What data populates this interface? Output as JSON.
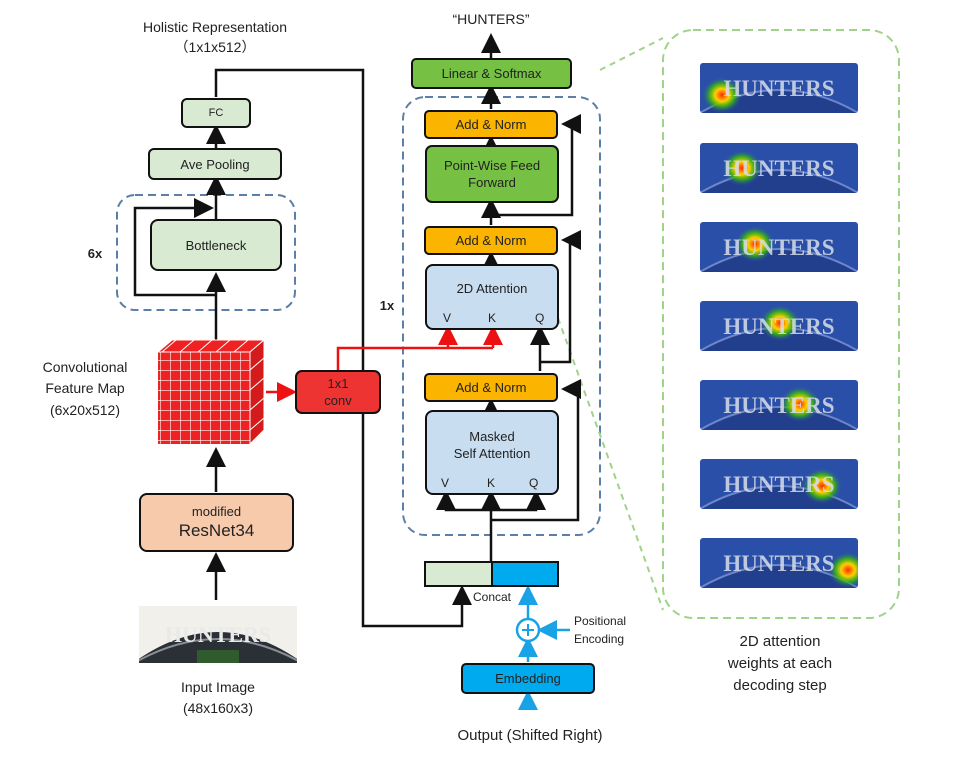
{
  "labels": {
    "holistic_title": "Holistic Representation",
    "holistic_dims": "（1x1x512）",
    "fc": "FC",
    "ave_pooling": "Ave Pooling",
    "bottleneck": "Bottleneck",
    "repeat_6x": "6x",
    "conv_map_line1": "Convolutional",
    "conv_map_line2": "Feature Map",
    "conv_map_dims": "(6x20x512)",
    "conv1x1_line1": "1x1",
    "conv1x1_line2": "conv",
    "resnet_top": "modified",
    "resnet_main": "ResNet34",
    "input_image": "Input Image",
    "input_dims": "(48x160x3)",
    "output_text": "“HUNTERS”",
    "linear_softmax": "Linear & Softmax",
    "add_norm": "Add & Norm",
    "ffn_line1": "Point-Wise Feed",
    "ffn_line2": "Forward",
    "attn2d": "2D Attention",
    "masked_line1": "Masked",
    "masked_line2": "Self Attention",
    "port_v": "V",
    "port_k": "K",
    "port_q": "Q",
    "repeat_1x": "1x",
    "concat": "Concat",
    "pos_enc_line1": "Positional",
    "pos_enc_line2": "Encoding",
    "embedding": "Embedding",
    "output_shifted": "Output (Shifted Right)",
    "attn_caption_line1": "2D attention",
    "attn_caption_line2": "weights at each",
    "attn_caption_line3": "decoding step",
    "thumb_word": "HUNTERS"
  },
  "attention_steps": [
    1,
    2,
    3,
    4,
    5,
    6,
    7
  ],
  "colors": {
    "encoder_block": "#d9ead3",
    "add_norm": "#fbb400",
    "feed_forward": "#76c043",
    "attention": "#c9ddf1",
    "embedding": "#00aaee",
    "resnet": "#f7caac",
    "feature_map": "#ee2222",
    "dashed_group": "#5b7fa6",
    "dashed_green": "#9fd38a"
  }
}
